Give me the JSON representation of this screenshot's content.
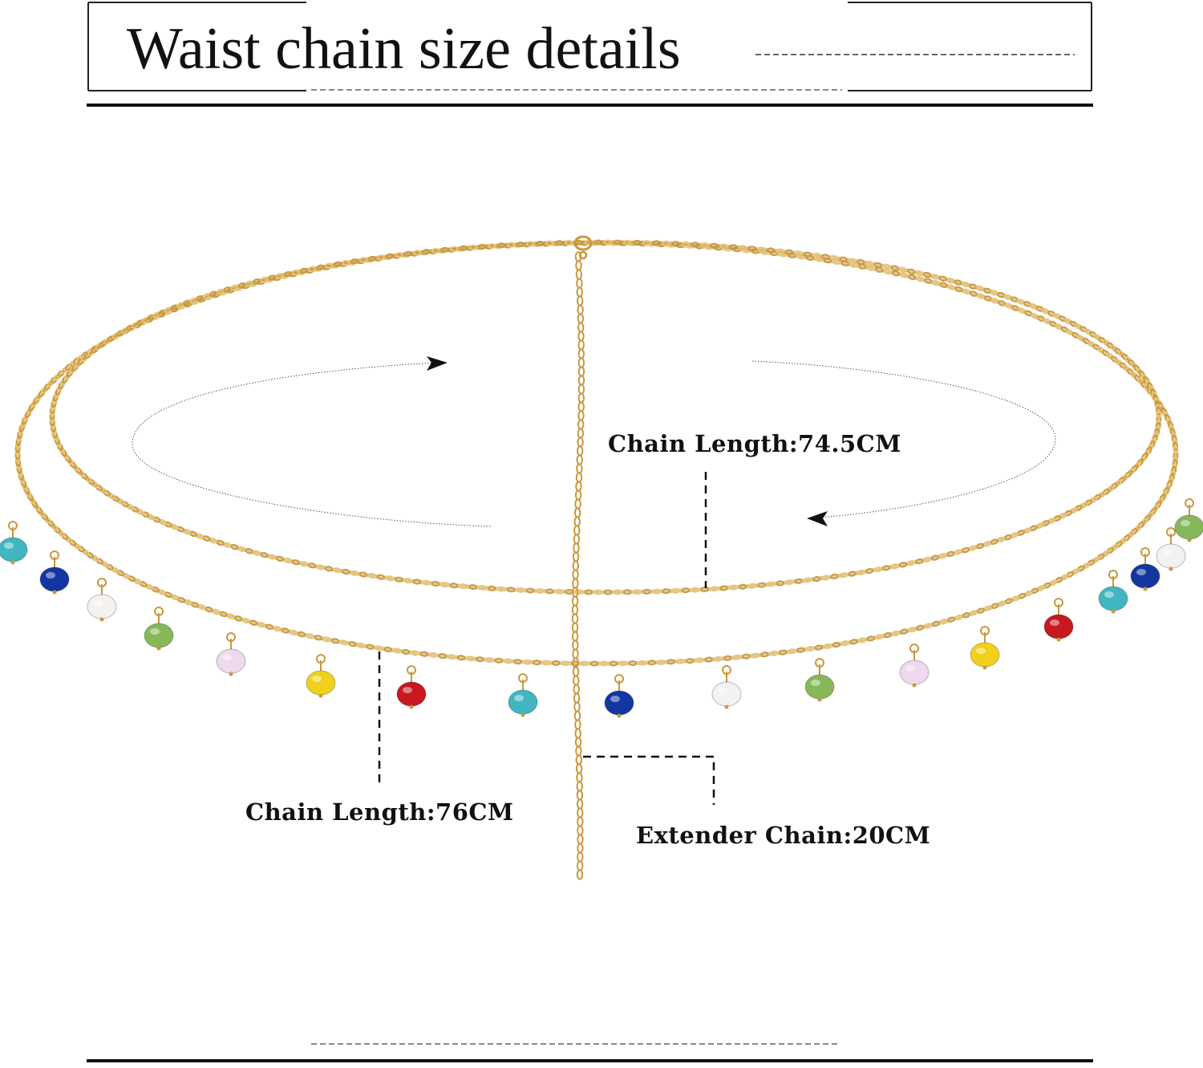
{
  "title": "Waist chain size details",
  "labels": {
    "inner_chain": "Chain Length:74.5CM",
    "outer_chain": "Chain Length:76CM",
    "extender": "Extender Chain:20CM"
  },
  "colors": {
    "gold": "#c9973e",
    "gold_light": "#e7c67a",
    "ink": "#111111",
    "bead_colors": [
      "#3fb6c0",
      "#1436a0",
      "#f4f1f1",
      "#86b85a",
      "#eed9ee",
      "#f0d11a",
      "#c81820"
    ]
  },
  "beads": [
    {
      "color": "#3fb6c0"
    },
    {
      "color": "#1436a0"
    },
    {
      "color": "#f4f1f1"
    },
    {
      "color": "#86b85a"
    },
    {
      "color": "#eed9ee"
    },
    {
      "color": "#f0d11a"
    },
    {
      "color": "#c81820"
    },
    {
      "color": "#3fb6c0"
    },
    {
      "color": "#1436a0"
    },
    {
      "color": "#f4f1f1"
    },
    {
      "color": "#86b85a"
    },
    {
      "color": "#eed9ee"
    },
    {
      "color": "#f0d11a"
    },
    {
      "color": "#c81820"
    },
    {
      "color": "#3fb6c0"
    },
    {
      "color": "#1436a0"
    },
    {
      "color": "#f4f1f1"
    },
    {
      "color": "#86b85a"
    }
  ]
}
